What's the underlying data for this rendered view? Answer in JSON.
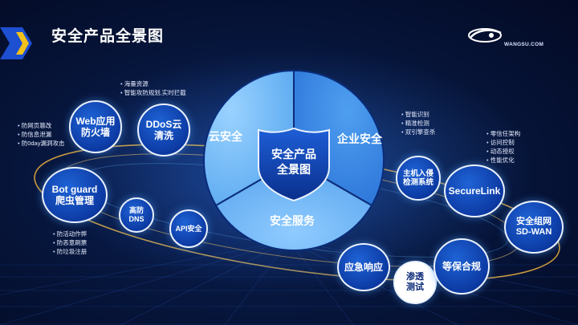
{
  "slide": {
    "title": "安全产品全景图",
    "logo_text": "WANGSU.COM"
  },
  "center": {
    "label_line1": "安全产品",
    "label_line2": "全景图",
    "segments": {
      "cloud": "云安全",
      "enterprise": "企业安全",
      "service": "安全服务"
    }
  },
  "nodes": {
    "web_firewall": {
      "line1": "Web应用",
      "line2": "防火墙"
    },
    "ddos": {
      "line1": "DDoS云",
      "line2": "清洗"
    },
    "bot_guard": {
      "line1": "Bot guard",
      "line2": "爬虫管理"
    },
    "high_def_dns": {
      "line1": "高防",
      "line2": "DNS"
    },
    "api_security": {
      "line1": "API安全"
    },
    "host_intrusion": {
      "line1": "主机入侵",
      "line2": "检测系统"
    },
    "securelink": {
      "line1": "SecureLink"
    },
    "sdwan": {
      "line1": "安全组网",
      "line2": "SD-WAN"
    },
    "emergency": {
      "line1": "应急响应"
    },
    "pentest": {
      "line1": "渗透",
      "line2": "测试"
    },
    "compliance": {
      "line1": "等保合规"
    }
  },
  "notes": {
    "ddos": [
      "海量资源",
      "智能攻防规划,实时拦截"
    ],
    "web_firewall": [
      "防网页篡改",
      "防信息泄漏",
      "防0day漏洞攻击"
    ],
    "bot_guard": [
      "防活动作弊",
      "防恶意刷票",
      "防垃圾注册"
    ],
    "enterprise": [
      "智能识别",
      "精准检测",
      "双引擎查杀"
    ],
    "securelink": [
      "零信任架构",
      "访问控制",
      "动态授权",
      "性能优化"
    ]
  },
  "colors": {
    "background": "#07173f",
    "pie_light": "#7fc4ff",
    "pie_mid": "#3d8fe8",
    "pie_dark": "#1a5fcf",
    "accent_yellow": "#f3c11a",
    "node_fill": "#0c3aa3"
  }
}
